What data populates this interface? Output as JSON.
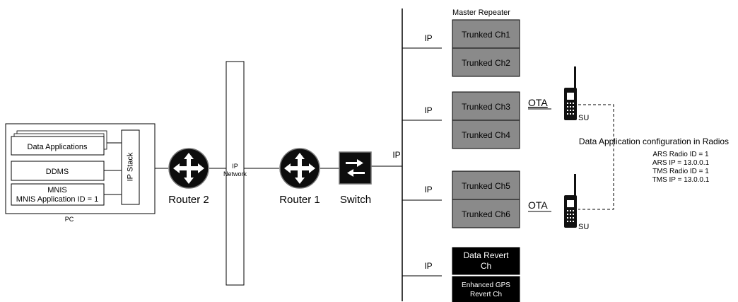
{
  "pc": {
    "data_applications": "Data Applications",
    "ddms": "DDMS",
    "mnis_title": "MNIS",
    "mnis_app_id": "MNIS Application ID = 1",
    "ip_stack": "IP Stack",
    "pc_label": "PC"
  },
  "network": {
    "router2": "Router 2",
    "ip_network_line1": "IP",
    "ip_network_line2": "Network",
    "router1": "Router 1",
    "switch": "Switch",
    "switch_ip": "IP"
  },
  "repeater": {
    "title": "Master Repeater",
    "ip_labels": [
      "IP",
      "IP",
      "IP",
      "IP"
    ],
    "channels": [
      "Trunked Ch1",
      "Trunked Ch2",
      "Trunked Ch3",
      "Trunked Ch4",
      "Trunked Ch5",
      "Trunked Ch6"
    ],
    "data_revert_line1": "Data Revert",
    "data_revert_line2": "Ch",
    "enhanced_gps_line1": "Enhanced GPS",
    "enhanced_gps_line2": "Revert Ch"
  },
  "radios": {
    "ota_top": "OTA",
    "ota_bottom": "OTA",
    "su_top": "SU",
    "su_bottom": "SU"
  },
  "config": {
    "title": "Data Application configuration in Radios",
    "lines": [
      "ARS Radio ID = 1",
      "ARS IP = 13.0.0.1",
      "TMS Radio ID = 1",
      "TMS IP = 13.0.0.1"
    ]
  },
  "colors": {
    "channel_fill": "#8a8a8a",
    "revert_fill": "#000000",
    "device_fill": "#111111"
  }
}
